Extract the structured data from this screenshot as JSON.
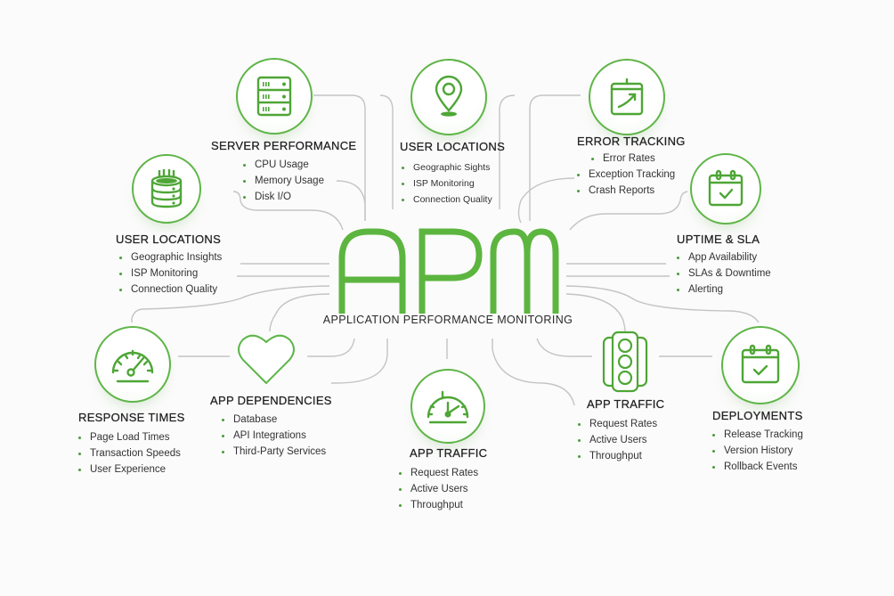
{
  "center": {
    "title": "APM",
    "subtitle": "APPLICATION PERFORMANCE MONITORING",
    "accent_color": "#5fb548"
  },
  "nodes": {
    "server_performance": {
      "title": "SERVER PERFORMANCE",
      "icon": "server-rack-icon",
      "items": [
        "CPU Usage",
        "Memory Usage",
        "Disk I/O"
      ]
    },
    "user_locations_top": {
      "title": "USER LOCATIONS",
      "icon": "map-pin-icon",
      "items": [
        "Geographic Sights",
        "ISP Monitoring",
        "Connection Quality"
      ]
    },
    "error_tracking": {
      "title": "ERROR TRACKING",
      "icon": "trend-chart-icon",
      "items": [
        "Error Rates",
        "Exception Tracking",
        "Crash Reports"
      ]
    },
    "user_locations_left": {
      "title": "USER LOCATIONS",
      "icon": "database-icon",
      "items": [
        "Geographic Insights",
        "ISP Monitoring",
        "Connection Quality"
      ]
    },
    "uptime_sla": {
      "title": "UPTIME & SLA",
      "icon": "calendar-check-icon",
      "items": [
        "App Availability",
        "SLAs & Downtime",
        "Alerting"
      ]
    },
    "response_times": {
      "title": "RESPONSE TIMES",
      "icon": "speedometer-icon",
      "items": [
        "Page Load Times",
        "Transaction Speeds",
        "User Experience"
      ]
    },
    "app_dependencies": {
      "title": "APP DEPENDENCIES",
      "icon": "heart-icon",
      "items": [
        "Database",
        "API Integrations",
        "Third-Party Services"
      ]
    },
    "app_traffic_center": {
      "title": "APP TRAFFIC",
      "icon": "gauge-icon",
      "items": [
        "Request Rates",
        "Active Users",
        "Throughput"
      ]
    },
    "app_traffic_right": {
      "title": "APP TRAFFIC",
      "icon": "traffic-light-icon",
      "items": [
        "Request Rates",
        "Active Users",
        "Throughput"
      ]
    },
    "deployments": {
      "title": "DEPLOYMENTS",
      "icon": "calendar-check-icon",
      "items": [
        "Release Tracking",
        "Version History",
        "Rollback Events"
      ]
    }
  }
}
